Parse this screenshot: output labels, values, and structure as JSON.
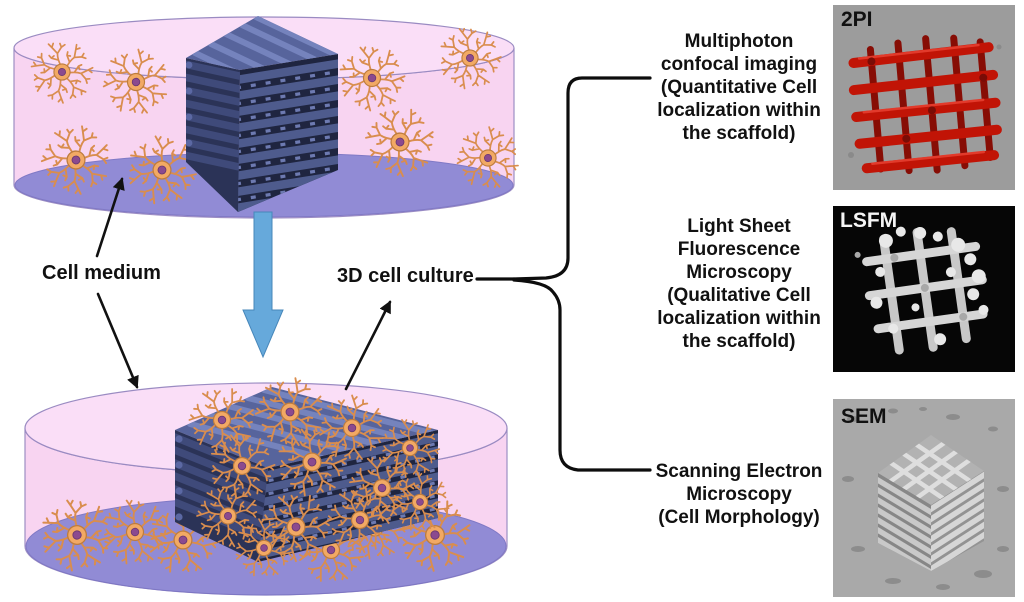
{
  "figure": {
    "type": "scientific-workflow-diagram",
    "labels": {
      "cell_medium": "Cell medium",
      "cell_culture": "3D cell culture"
    },
    "techniques": [
      {
        "tag": "2PI",
        "description_lines": [
          "Multiphoton",
          "confocal imaging",
          "(Quantitative Cell",
          "localization within",
          "the scaffold)"
        ]
      },
      {
        "tag": "LSFM",
        "description_lines": [
          "Light Sheet",
          "Fluorescence",
          "Microscopy",
          "(Qualitative Cell",
          "localization within",
          "the scaffold)"
        ]
      },
      {
        "tag": "SEM",
        "description_lines": [
          "Scanning Electron",
          "Microscopy",
          "(Cell Morphology)"
        ]
      }
    ],
    "colors": {
      "medium_pink": "#f8d3f1",
      "dish_top_pink": "#fadef7",
      "dish_floor_purple": "#8d89d4",
      "scaffold_blue": "#4e5b8d",
      "scaffold_dark": "#1f2540",
      "neuron_orange": "#f2a964",
      "neuron_nucleus_purple": "#8b4a8f",
      "process_arrow_blue": "#66a9db",
      "annotation_black": "#111111",
      "tpi_scaffold_red": "#c11406",
      "tpi_background_gray": "#9c9c9c",
      "lsfm_background_black": "#060606",
      "lsfm_scaffold_gray": "#d6d6d6",
      "sem_background_gray": "#a9a9a9"
    }
  }
}
